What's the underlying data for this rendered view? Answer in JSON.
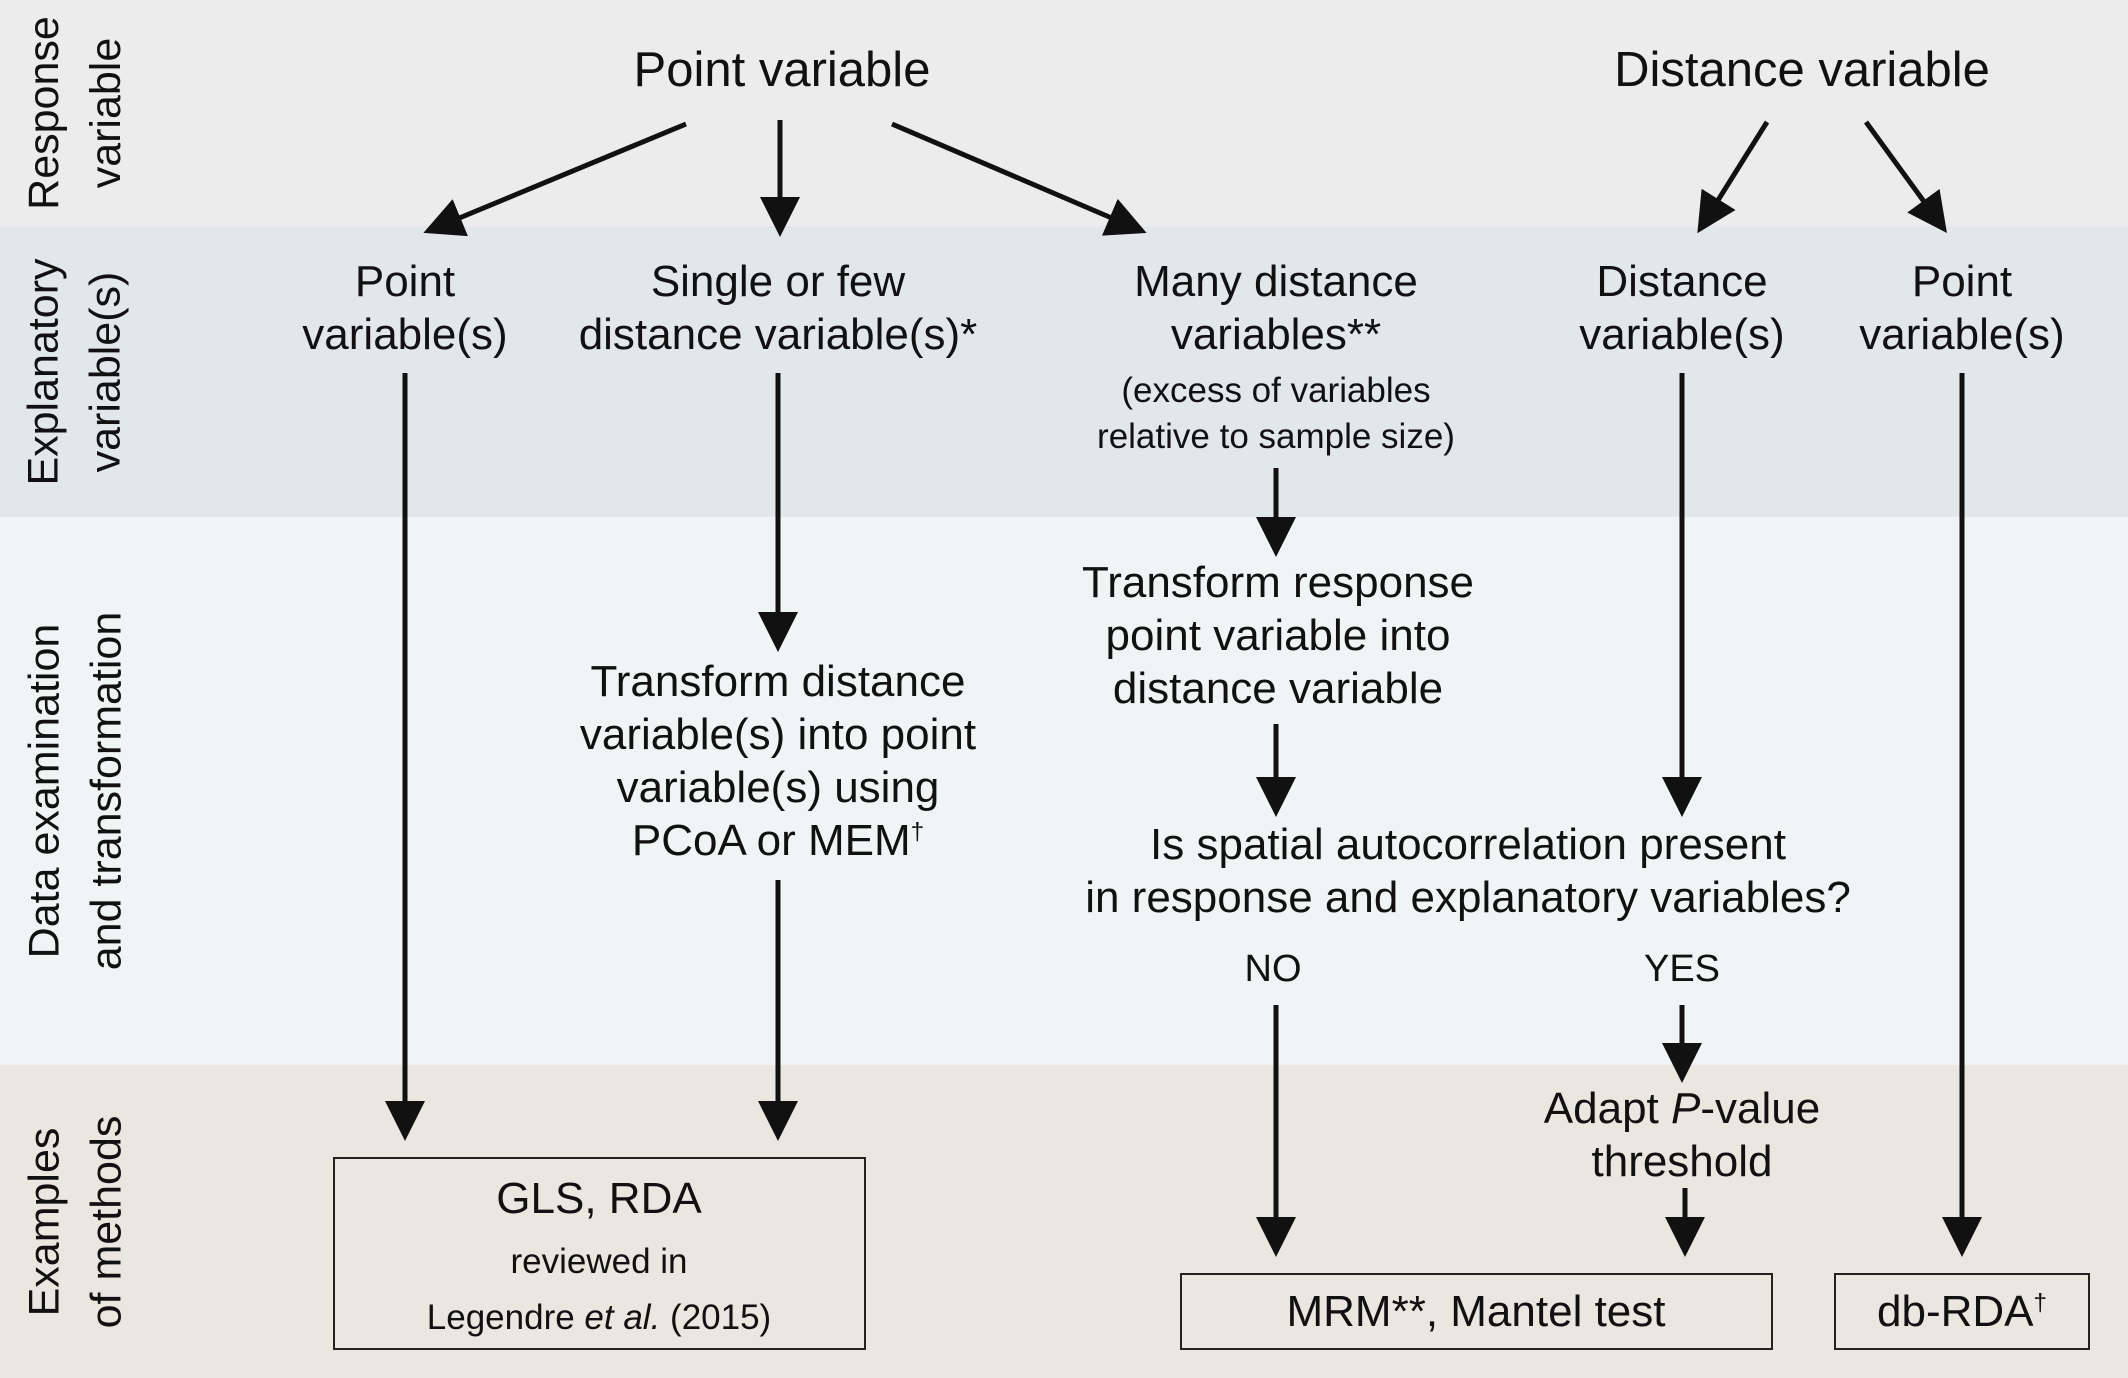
{
  "rows": {
    "response": {
      "line1": "Response",
      "line2": "variable"
    },
    "explanatory": {
      "line1": "Explanatory",
      "line2": "variable(s)"
    },
    "data": {
      "line1": "Data examination",
      "line2": "and transformation"
    },
    "methods": {
      "line1": "Examples",
      "line2": "of methods"
    }
  },
  "response": {
    "point": "Point variable",
    "distance": "Distance variable"
  },
  "explanatory": {
    "point_vars": {
      "line1": "Point",
      "line2": "variable(s)"
    },
    "few_distance": {
      "line1": "Single or few",
      "line2": "distance variable(s)*"
    },
    "many_distance": {
      "line1": "Many distance",
      "line2": "variables**",
      "note1": "(excess of variables",
      "note2": "relative to sample size)"
    },
    "distance_vars": {
      "line1": "Distance",
      "line2": "variable(s)"
    },
    "point_vars_right": {
      "line1": "Point",
      "line2": "variable(s)"
    }
  },
  "transform": {
    "pcoa": {
      "line1": "Transform distance",
      "line2": "variable(s) into point",
      "line3": "variable(s) using",
      "line4": "PCoA or MEM",
      "mark": "†"
    },
    "response": {
      "line1": "Transform response",
      "line2": "point variable into",
      "line3": "distance variable"
    },
    "question": {
      "line1": "Is spatial autocorrelation present",
      "line2": "in response and explanatory variables?"
    },
    "no": "NO",
    "yes": "YES",
    "adapt": {
      "pre": "Adapt ",
      "italic": "P",
      "post": "-value",
      "line2": "threshold"
    }
  },
  "methods": {
    "gls": {
      "title": "GLS, RDA",
      "line2": "reviewed in",
      "author": "Legendre ",
      "etal": "et al.",
      "year": " (2015)"
    },
    "mrm": "MRM**, Mantel test",
    "dbrda": {
      "text": "db-RDA",
      "mark": "†"
    }
  }
}
